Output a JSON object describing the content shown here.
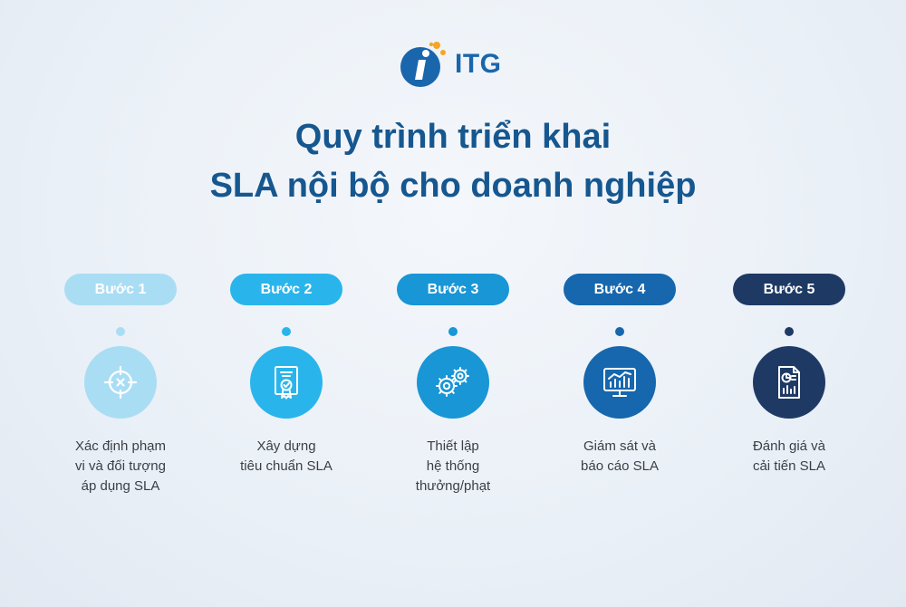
{
  "brand": {
    "name": "ITG",
    "primary_color": "#1a66ad",
    "accent_color": "#f5a623"
  },
  "title": {
    "line1": "Quy trình triển khai",
    "line2": "SLA nội bộ cho doanh nghiệp"
  },
  "steps": [
    {
      "label": "Bước 1",
      "icon": "target-crosshair-icon",
      "color": "#a9ddf4",
      "desc": [
        "Xác định phạm",
        "vi và đối tượng",
        "áp dụng SLA"
      ]
    },
    {
      "label": "Bước 2",
      "icon": "certificate-icon",
      "color": "#29b5eb",
      "desc": [
        "Xây dựng",
        "tiêu chuẩn SLA"
      ]
    },
    {
      "label": "Bước 3",
      "icon": "gears-icon",
      "color": "#1896d6",
      "desc": [
        "Thiết lập",
        "hệ thống",
        "thưởng/phạt"
      ]
    },
    {
      "label": "Bước 4",
      "icon": "monitor-chart-icon",
      "color": "#1667ad",
      "desc": [
        "Giám sát và",
        "báo cáo SLA"
      ]
    },
    {
      "label": "Bước 5",
      "icon": "report-document-icon",
      "color": "#1e3a64",
      "desc": [
        "Đánh giá và",
        "cải tiến SLA"
      ]
    }
  ]
}
